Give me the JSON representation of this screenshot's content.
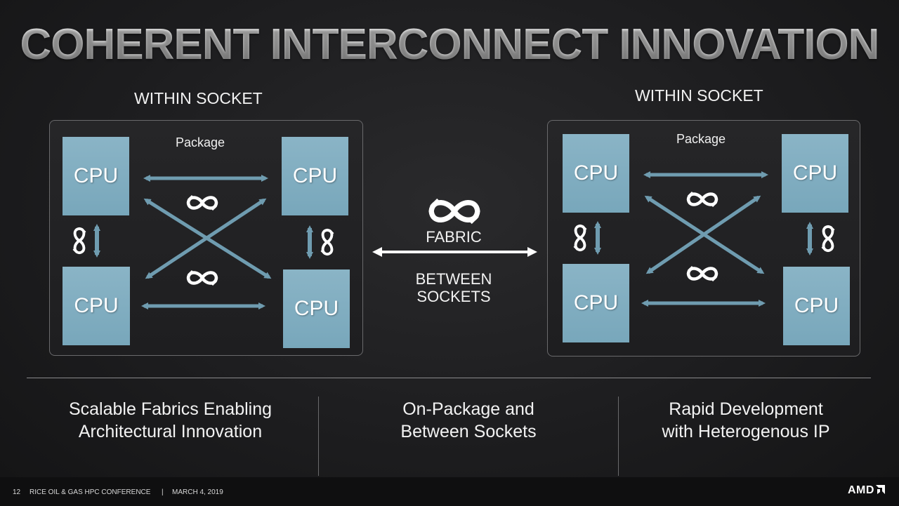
{
  "title": "COHERENT INTERCONNECT INNOVATION",
  "left_socket": {
    "label": "WITHIN SOCKET",
    "package_label": "Package",
    "cpus": [
      "CPU",
      "CPU",
      "CPU",
      "CPU"
    ]
  },
  "right_socket": {
    "label": "WITHIN SOCKET",
    "package_label": "Package",
    "cpus": [
      "CPU",
      "CPU",
      "CPU",
      "CPU"
    ]
  },
  "center": {
    "fabric_label": "FABRIC",
    "between_line1": "BETWEEN",
    "between_line2": "SOCKETS"
  },
  "bottom": [
    {
      "line1": "Scalable Fabrics Enabling",
      "line2": "Architectural Innovation"
    },
    {
      "line1": "On-Package and",
      "line2": "Between Sockets"
    },
    {
      "line1": "Rapid Development",
      "line2": "with Heterogenous IP"
    }
  ],
  "footer": {
    "page_number": "12",
    "event": "RICE OIL & GAS HPC CONFERENCE",
    "separator": "|",
    "date": "MARCH 4, 2019",
    "logo_text": "AMD"
  },
  "colors": {
    "cpu_fill": "#84aec1",
    "arrow": "#6f9cb0",
    "background": "#1d1d1f"
  },
  "icons": [
    "infinity-fabric-icon"
  ]
}
